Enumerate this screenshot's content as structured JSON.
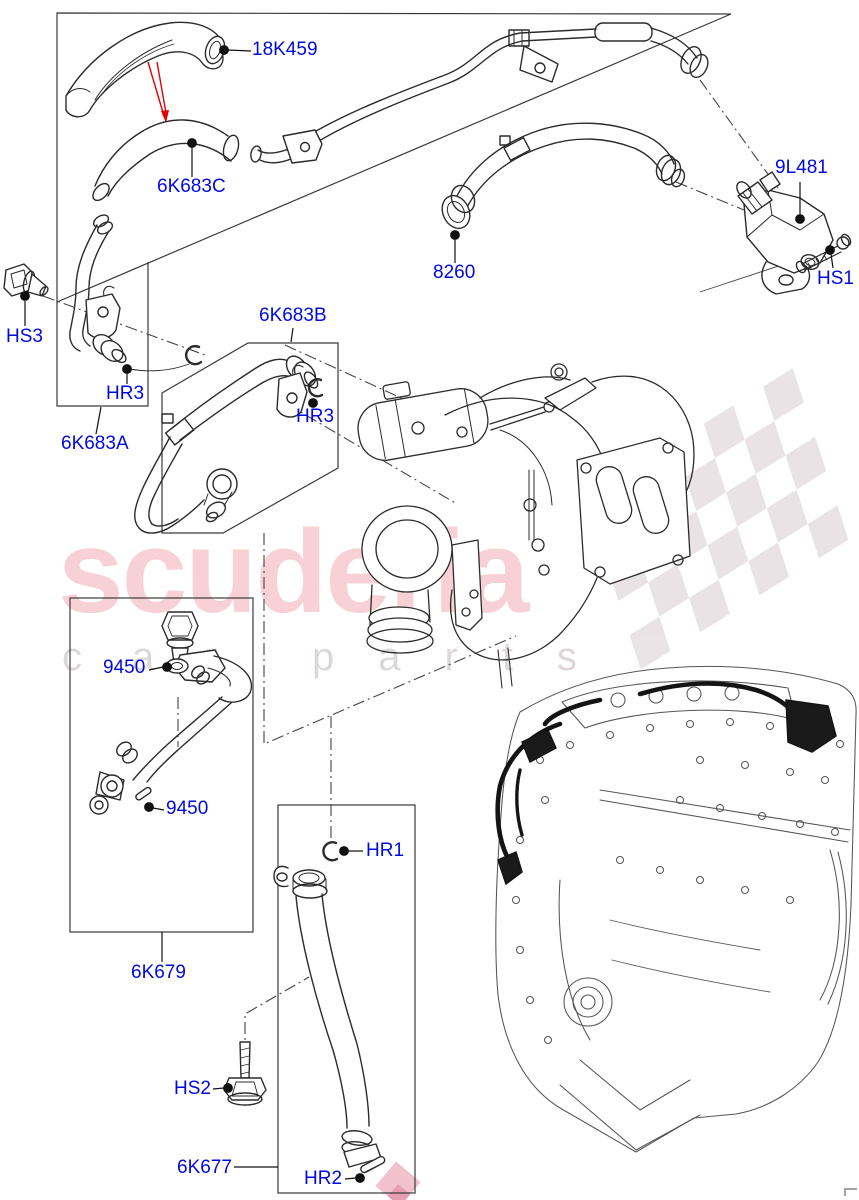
{
  "diagram": {
    "part_labels": [
      {
        "id": "18K459",
        "text": "18K459"
      },
      {
        "id": "6K683C",
        "text": "6K683C"
      },
      {
        "id": "8260",
        "text": "8260"
      },
      {
        "id": "9L481",
        "text": "9L481"
      },
      {
        "id": "HS1",
        "text": "HS1"
      },
      {
        "id": "HS3",
        "text": "HS3"
      },
      {
        "id": "HR3-left",
        "text": "HR3"
      },
      {
        "id": "6K683B",
        "text": "6K683B"
      },
      {
        "id": "HR3-right",
        "text": "HR3"
      },
      {
        "id": "6K683A",
        "text": "6K683A"
      },
      {
        "id": "9450-upper",
        "text": "9450"
      },
      {
        "id": "9450-lower",
        "text": "9450"
      },
      {
        "id": "6K679",
        "text": "6K679"
      },
      {
        "id": "HR1",
        "text": "HR1"
      },
      {
        "id": "HS2",
        "text": "HS2"
      },
      {
        "id": "6K677",
        "text": "6K677"
      },
      {
        "id": "HR2",
        "text": "HR2"
      }
    ]
  },
  "watermark": {
    "brand": "scuderia",
    "word_left": "car",
    "word_right": "parts"
  },
  "colors": {
    "label_blue": "#0009E0",
    "line_black": "#2b2b2b",
    "red_arrow": "#E60000",
    "watermark_pink": "#DE3E55",
    "watermark_gray": "#C9BFC5"
  }
}
